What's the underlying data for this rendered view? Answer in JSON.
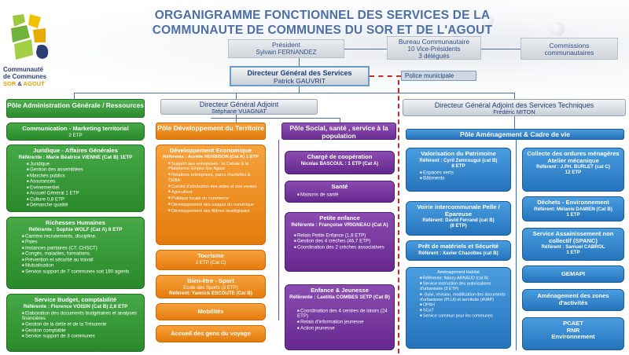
{
  "title": {
    "line1": "ORGANIGRAMME FONCTIONNEL DES SERVICES DE LA",
    "line2": "COMMUNAUTE DE COMMUNES DU SOR ET DE L'AGOUT"
  },
  "logo": {
    "line1": "Communauté",
    "line2": "de Communes",
    "sor": "SOR",
    "amp": "&",
    "agout": "AGOUT"
  },
  "top": {
    "president_title": "Président",
    "president_name": "Sylvain FERNANDEZ",
    "bureau_title": "Bureau Communautaire",
    "bureau_l1": "10 Vice-Présidents",
    "bureau_l2": "3 délégués",
    "commissions_l1": "Commissions",
    "commissions_l2": "communautaires",
    "dgs_title": "Directeur Général des Services",
    "dgs_name": "Patrick GAUVRIT",
    "police": "Police municipale"
  },
  "heads": {
    "admin": "Pôle Administration Générale / Ressources",
    "dga_title": "Directeur Général Adjoint",
    "dga_name": "Stéphane VUAGNAT",
    "dgast_title": "Directeur Général Adjoint des Services Techniques",
    "dgast_name": "Frédéric MITON",
    "dev": "Pôle Développement du Territoire",
    "social": "Pôle Social, santé , service à la population",
    "amenag": "Pôle Aménagement & Cadre de vie"
  },
  "admin": {
    "comm_title": "Communication - Marketing territorial",
    "comm_sub": "2 ETP",
    "jur_title": "Juridique - Affaires Générales",
    "jur_ref": "Référente : Marie Béatrice VIENNE (Cat B) 1ETP",
    "jur_items": [
      "Juridique",
      "Gestion des assemblées",
      "Marchés publics",
      "Assurances",
      "Evénementiel",
      "Accueil Général 1 ETP",
      "Culture 0,8 ETP",
      "Démarche qualité"
    ],
    "rh_title": "Richesses Humaines",
    "rh_ref": "Référente : Sophie WOLF (Cat A) 8 ETP",
    "rh_items": [
      "Carrière recrutements, discipline.",
      "Paies",
      "Instances paritaires (CT, CHSCT)",
      "Congés, maladies, formations.",
      "Prévention et sécurité au travail",
      "Mutualisation",
      "Service support de 7 communes soit 180 agents"
    ],
    "budget_title": "Service Budget, comptabilité",
    "budget_ref": "Référente : Florence VOISIN (Cat B) 2,8 ETP",
    "budget_items": [
      "Elaboration des documents budgétaires et analyses financières",
      "Gestion de la dette et de la Trésorerie",
      "Gestion comptable",
      "Service support de 3 communes"
    ]
  },
  "dev": {
    "eco_title": "Développement Economique",
    "eco_ref": "Référente : Aurélie HERBISON (Cat A) 1 ETP",
    "eco_items": [
      "Support aux entreprises : la Cellule & la Plateforme Emploi Sor Agout",
      "Relations entreprises, parcs d'activités & CEBA",
      "Comité d'attribution des aides et des ventes",
      "Agriculture",
      "Politique locale du commerce",
      "Développement des usages du numérique",
      "Développement des filières stratégiques"
    ],
    "tourisme_title": "Tourisme",
    "tourisme_sub": "2 ETP (Cat C)",
    "bienetre_title": "Bien-être - Sport",
    "bienetre_l1": "Ecole des Sports (3 ETP)",
    "bienetre_l2": "Référent: Yannick ESCOUTE (Cat B)",
    "mobilites": "Mobilités",
    "voyage": "Accueil des gens du voyage"
  },
  "social": {
    "coop_title": "Chargé de coopération",
    "coop_sub": "Nicolas BASCOUL : 1 ETP (Cat A)",
    "sante_title": "Santé",
    "sante_items": [
      "Maisons de santé"
    ],
    "pe_title": "Petite enfance",
    "pe_ref": "Référente : Françoise VRIGNEAU (Cat A)",
    "pe_items": [
      "Relais Petite Enfance (1,6 ETP)",
      "Gestion des 4 crèches (46,7 ETP)",
      "Coordination des 2 crèches associatives"
    ],
    "ej_title": "Enfance & Jeunesse",
    "ej_ref": "Référente : Laetitia COMBES 1ETP (Cat B)",
    "ej_items": [
      "Coordination des 4 centres de loisirs (24 ETP)",
      "Relais d'information jeunesse",
      "Action jeunesse"
    ]
  },
  "amenag": {
    "vp_title": "Valorisation du Patrimoine",
    "vp_ref": "Référent : Cyril Zemrougui (cat B)",
    "vp_etp": "8 ETP",
    "vp_items": [
      "Espaces verts",
      "Bâtiments"
    ],
    "voirie_title": "Voirie intercommunale Pelle / Épareuse",
    "voirie_ref": "Référent: David Ferrand (cat B)",
    "voirie_etp": "(8 ETP)",
    "pret_title": "Prêt de matériels et Sécurité",
    "pret_ref": "Référent : Xavier Chazottes (cat B)",
    "amhab_title": "Aménagement Habitat",
    "amhab_items": [
      "Référente: Nancy ARNAUD (cat A)",
      "Service instruction des autorisations d'urbanisme (3 ETP)",
      "-Suivi, révision, modification des documents d'urbanisme (PLUi) et servitude (AVAP)",
      "OPAH",
      "SCoT",
      "Service commun pour les communes"
    ],
    "collecte_title": "Collecte des ordures ménagères",
    "atelier_title": "Atelier mécanique",
    "collecte_ref": "Référent : J.PH. BURLET (cat C)",
    "collecte_etp": "12 ETP",
    "dechets_title": "Déchets - Environnement",
    "dechets_ref": "Référent: Mélanie DAMIEN (Cat B)",
    "dechets_etp": "1 ETP",
    "spanc_title": "Service Assainissement non collectif (SPANC)",
    "spanc_ref": "Référent : Samuel CABROL",
    "spanc_etp": "1 ETP",
    "gemapi": "GEMAPI",
    "zones_title": "Aménagement des zones d'activités",
    "pcaet_l1": "PCAET",
    "pcaet_l2": "RNR",
    "pcaet_l3": "Environnement"
  }
}
